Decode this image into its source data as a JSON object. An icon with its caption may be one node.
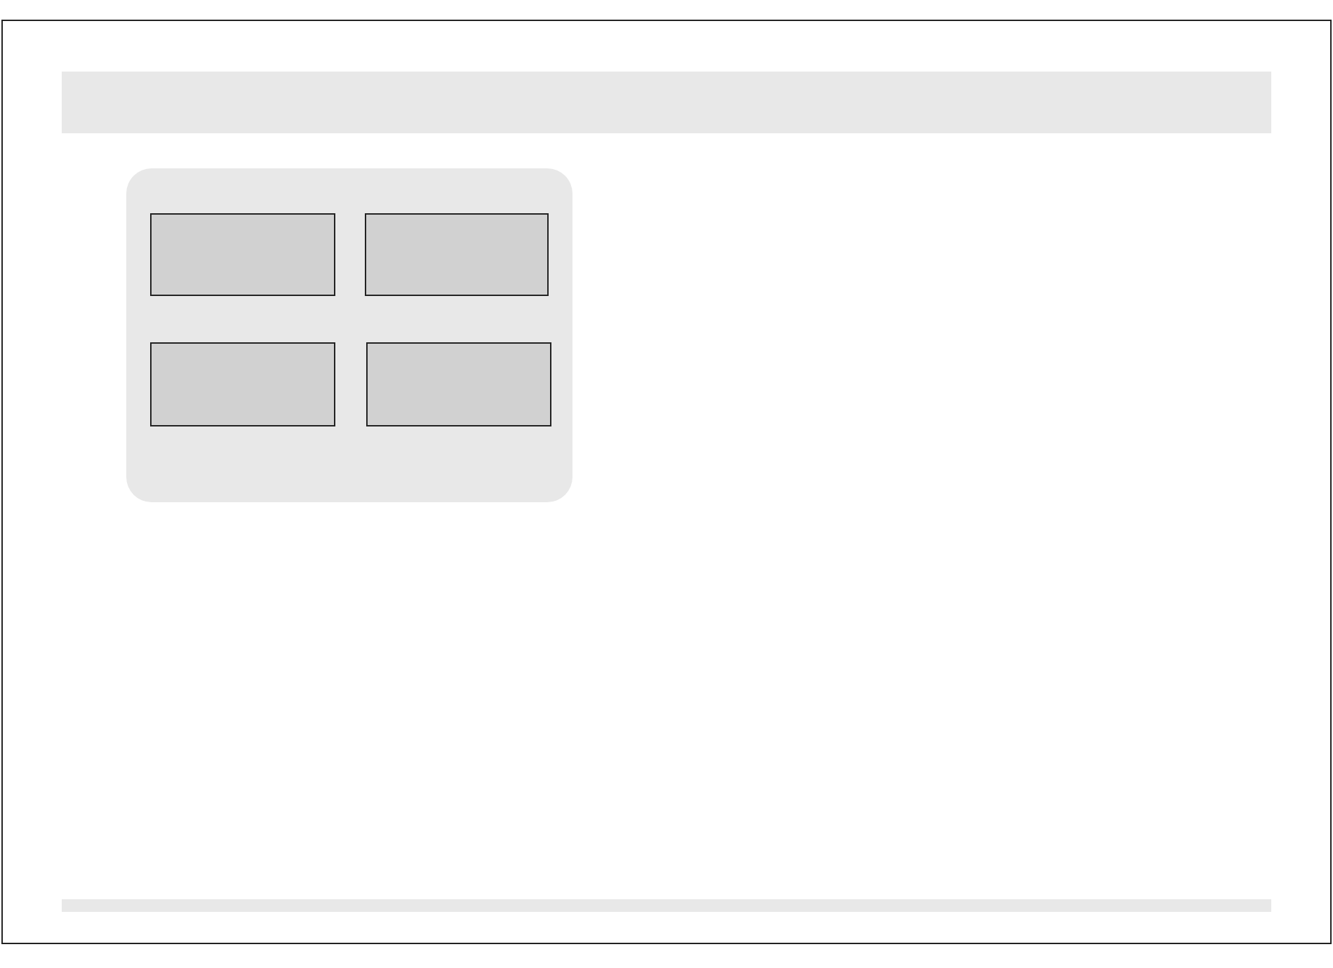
{
  "diagram": {
    "nodes": [
      {
        "text": [],
        "shape": "box"
      },
      {
        "text": [],
        "shape": "box",
        "in": 0
      },
      {
        "text": [],
        "shape": "box",
        "in": 0
      },
      {
        "text": [],
        "shape": "box",
        "in": 0
      },
      {
        "text": [],
        "shape": "box",
        "in": 0
      }
    ],
    "edges": []
  }
}
